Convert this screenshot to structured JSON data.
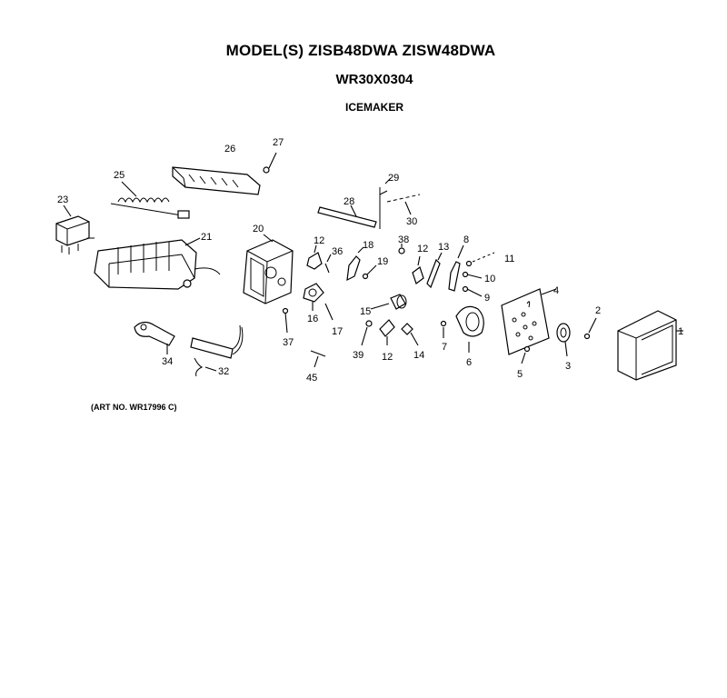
{
  "header": {
    "model_line": "MODEL(S) ZISB48DWA  ZISW48DWA",
    "part_number": "WR30X0304",
    "assembly": "ICEMAKER"
  },
  "art_number": "(ART NO. WR17996 C)",
  "callouts": {
    "c1": "1",
    "c2": "2",
    "c3": "3",
    "c4": "4",
    "c5": "5",
    "c6": "6",
    "c7": "7",
    "c8": "8",
    "c9": "9",
    "c10": "10",
    "c11": "11",
    "c12a": "12",
    "c12b": "12",
    "c12c": "12",
    "c13": "13",
    "c14": "14",
    "c15": "15",
    "c16": "16",
    "c17": "17",
    "c18": "18",
    "c19": "19",
    "c20": "20",
    "c21": "21",
    "c23": "23",
    "c25": "25",
    "c26": "26",
    "c27": "27",
    "c28": "28",
    "c29": "29",
    "c30": "30",
    "c32": "32",
    "c34": "34",
    "c36": "36",
    "c37": "37",
    "c38": "38",
    "c39": "39",
    "c45": "45"
  }
}
